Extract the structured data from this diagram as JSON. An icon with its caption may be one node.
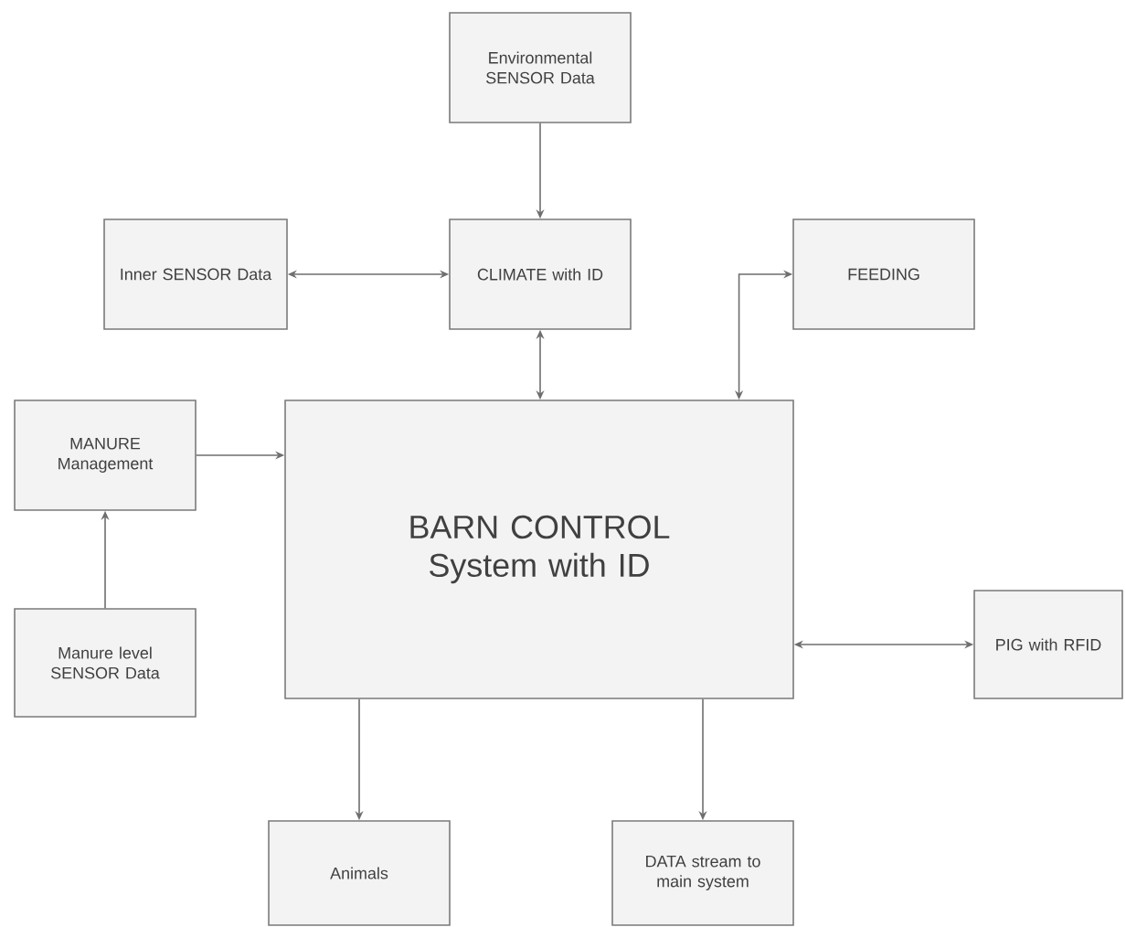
{
  "diagram": {
    "nodes": [
      {
        "text": [
          "Environmental SENSOR Data"
        ]
      },
      {
        "text": [
          "Inner SENSOR Data"
        ]
      },
      {
        "text": [
          "CLIMATE with ID"
        ]
      },
      {
        "text": [
          "FEEDING"
        ]
      },
      {
        "text": [
          "MANURE Management"
        ]
      },
      {
        "text": [
          "BARN CONTROL System with ID"
        ]
      },
      {
        "text": [
          "Manure level SENSOR Data"
        ]
      },
      {
        "text": [
          "PIG with RFID"
        ]
      },
      {
        "text": [
          "Animals"
        ]
      },
      {
        "text": [
          "DATA stream to main system"
        ]
      }
    ],
    "edges": [
      {
        "from": 0,
        "to": 2,
        "arrow": "to"
      },
      {
        "from": 1,
        "to": 2,
        "arrow": "both"
      },
      {
        "from": 2,
        "to": 5,
        "arrow": "both"
      },
      {
        "from": 5,
        "to": 3,
        "arrow": "both"
      },
      {
        "from": 4,
        "to": 5,
        "arrow": "to"
      },
      {
        "from": 6,
        "to": 4,
        "arrow": "to"
      },
      {
        "from": 5,
        "to": 7,
        "arrow": "both"
      },
      {
        "from": 5,
        "to": 8,
        "arrow": "to"
      },
      {
        "from": 5,
        "to": 9,
        "arrow": "to"
      }
    ]
  }
}
